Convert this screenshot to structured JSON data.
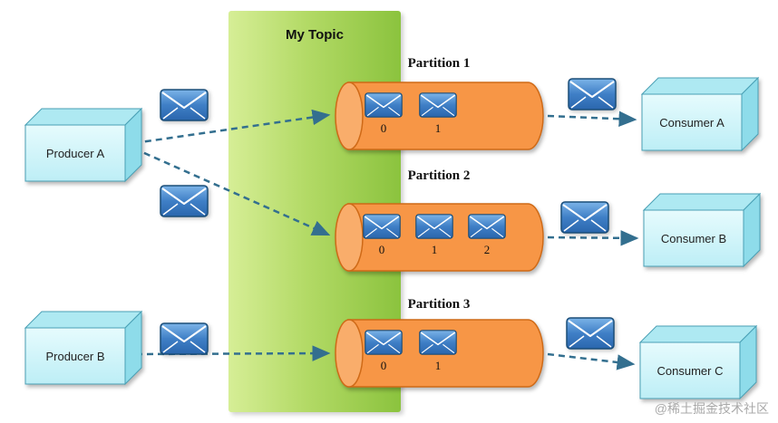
{
  "topic": {
    "title": "My Topic"
  },
  "producers": [
    {
      "label": "Producer A"
    },
    {
      "label": "Producer B"
    }
  ],
  "consumers": [
    {
      "label": "Consumer A"
    },
    {
      "label": "Consumer B"
    },
    {
      "label": "Consumer C"
    }
  ],
  "partitions": [
    {
      "label": "Partition 1",
      "messages": [
        "0",
        "1"
      ]
    },
    {
      "label": "Partition 2",
      "messages": [
        "0",
        "1",
        "2"
      ]
    },
    {
      "label": "Partition 3",
      "messages": [
        "0",
        "1"
      ]
    }
  ],
  "watermark": "@稀土掘金技术社区",
  "colors": {
    "topic_band_start": "#d6ee96",
    "topic_band_end": "#8bc33e",
    "partition_fill": "#f79646",
    "partition_cap": "#f9ad6b",
    "partition_stroke": "#cf6a17",
    "envelope_top": "#6aa7e0",
    "envelope_bottom": "#2a66ad",
    "box_front": "#cff4f9",
    "box_top": "#aee9f2",
    "box_side": "#8edcea",
    "arrow": "#336f8f"
  }
}
